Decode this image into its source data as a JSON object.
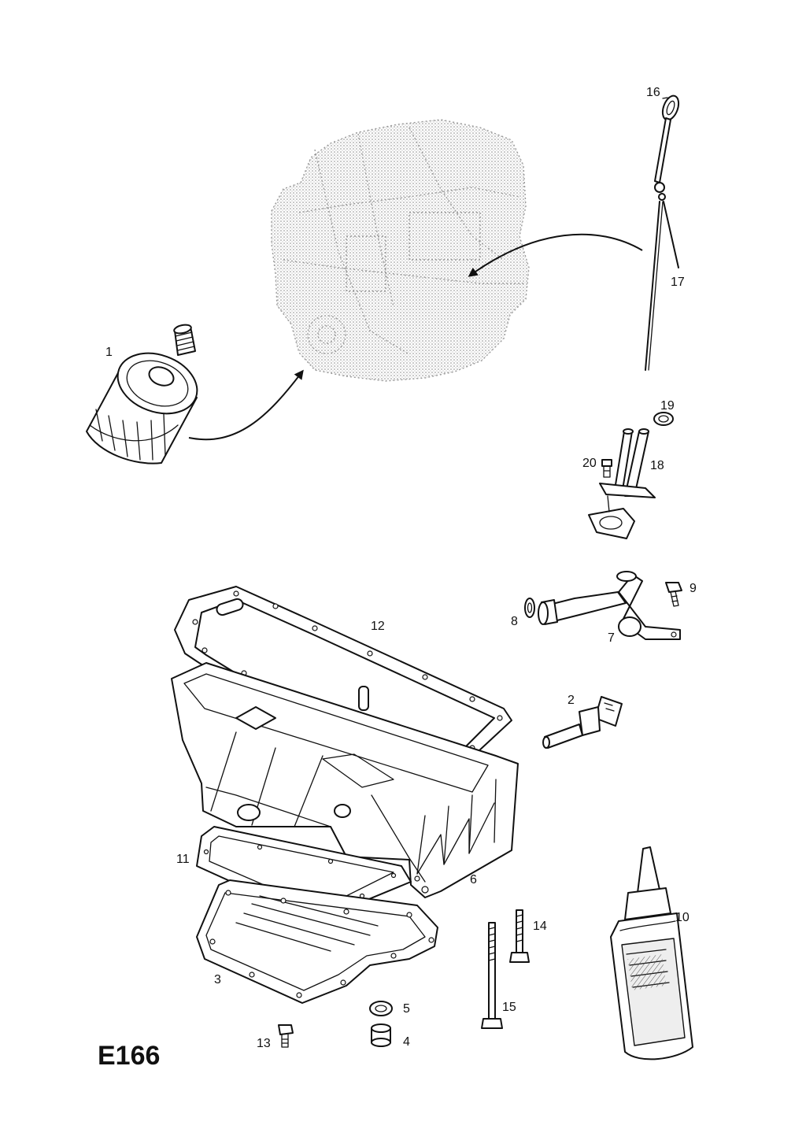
{
  "diagram_code": "E166",
  "callouts": {
    "c1": "1",
    "c2": "2",
    "c3": "3",
    "c4": "4",
    "c5": "5",
    "c6": "6",
    "c7": "7",
    "c8": "8",
    "c9": "9",
    "c10": "10",
    "c11": "11",
    "c12": "12",
    "c13": "13",
    "c14": "14",
    "c15": "15",
    "c16": "16",
    "c17": "17",
    "c18": "18",
    "c19": "19",
    "c20": "20"
  }
}
